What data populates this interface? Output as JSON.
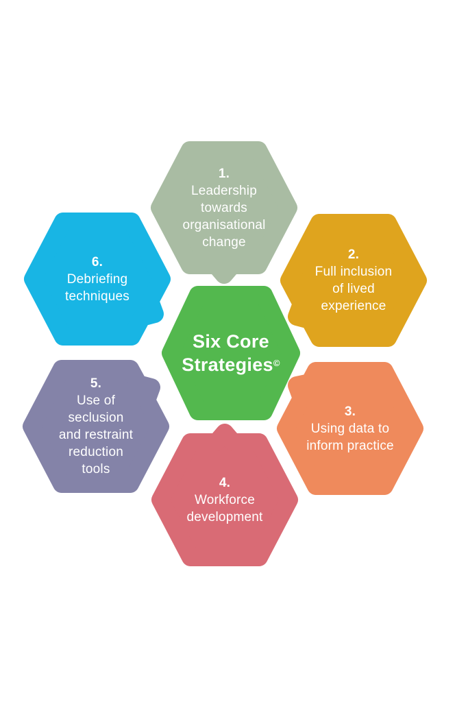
{
  "diagram_title": "Six Core Strategies",
  "center": {
    "title_line1": "Six Core",
    "title_line2": "Strategies",
    "copyright_symbol": "©",
    "color": "#53b84e"
  },
  "hexagons": [
    {
      "number": "1.",
      "label": "Leadership\ntowards\norganisational\nchange",
      "color": "#a9bca3",
      "position": "top"
    },
    {
      "number": "2.",
      "label": "Full inclusion\nof lived\nexperience",
      "color": "#dfa41e",
      "position": "top-right"
    },
    {
      "number": "3.",
      "label": "Using data to\ninform practice",
      "color": "#ef8a5c",
      "position": "bottom-right"
    },
    {
      "number": "4.",
      "label": "Workforce\ndevelopment",
      "color": "#d96b75",
      "position": "bottom"
    },
    {
      "number": "5.",
      "label": "Use of\nseclusion\nand restraint\nreduction\ntools",
      "color": "#8483a8",
      "position": "bottom-left"
    },
    {
      "number": "6.",
      "label": "Debriefing\ntechniques",
      "color": "#18b5e4",
      "position": "top-left"
    }
  ]
}
